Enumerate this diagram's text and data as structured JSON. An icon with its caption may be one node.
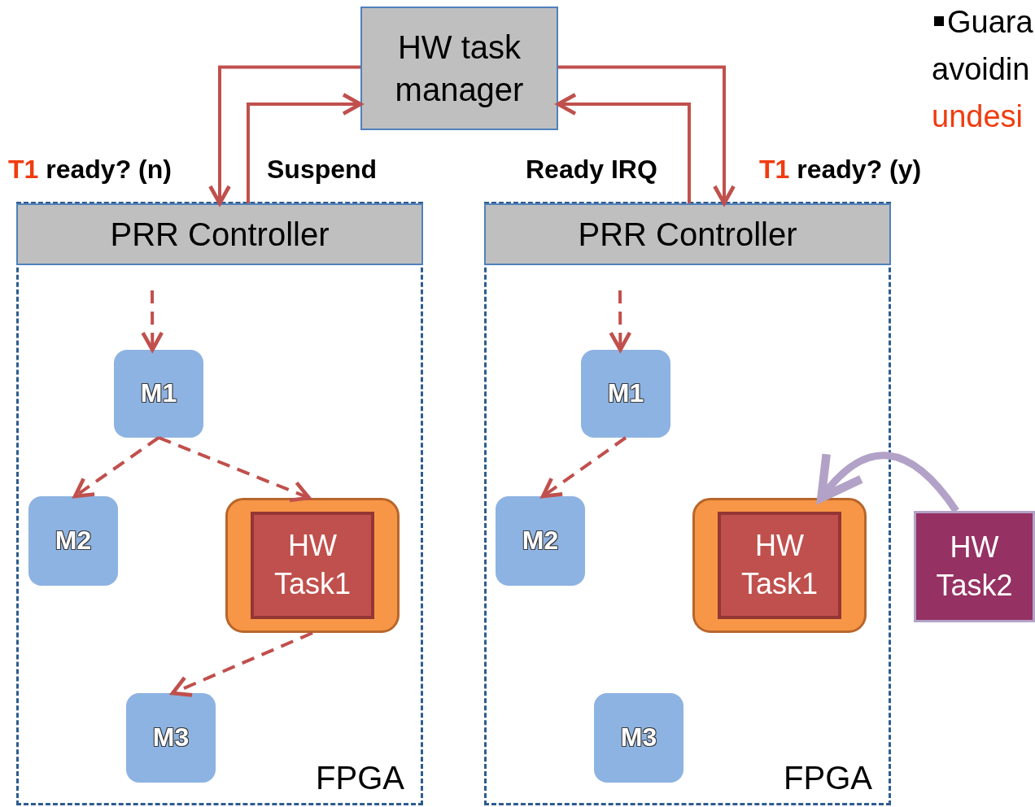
{
  "diagram": {
    "nodes": [
      {
        "text": [
          "HW task manager"
        ]
      },
      {
        "text": [
          "FPGA"
        ]
      },
      {
        "text": [
          "PRR Controller"
        ],
        "in": 1
      },
      {
        "text": [
          "M1"
        ],
        "in": 1
      },
      {
        "text": [
          "M2"
        ],
        "in": 1
      },
      {
        "text": [
          "HW Task1"
        ],
        "in": 1
      },
      {
        "text": [
          "M3"
        ],
        "in": 1
      },
      {
        "text": [
          "FPGA"
        ]
      },
      {
        "text": [
          "PRR Controller"
        ],
        "in": 7
      },
      {
        "text": [
          "M1"
        ],
        "in": 7
      },
      {
        "text": [
          "M2"
        ],
        "in": 7
      },
      {
        "text": [
          "HW Task1"
        ],
        "in": 7
      },
      {
        "text": [
          "M3"
        ],
        "in": 7
      },
      {
        "text": [
          "HW Task2"
        ]
      }
    ],
    "edges": [
      {
        "from": 0,
        "to": 2,
        "arrow": "to",
        "label": "T1 ready? (n)"
      },
      {
        "from": 2,
        "to": 0,
        "arrow": "to",
        "label": "Suspend"
      },
      {
        "from": 8,
        "to": 0,
        "arrow": "to",
        "label": "Ready IRQ"
      },
      {
        "from": 0,
        "to": 8,
        "arrow": "to",
        "label": "T1 ready? (y)"
      },
      {
        "from": null,
        "to": 3,
        "arrow": "to",
        "style": "dashed"
      },
      {
        "from": 3,
        "to": 4,
        "arrow": "to",
        "style": "dashed"
      },
      {
        "from": 3,
        "to": 5,
        "arrow": "to",
        "style": "dashed"
      },
      {
        "from": 5,
        "to": 6,
        "arrow": "to",
        "style": "dashed"
      },
      {
        "from": null,
        "to": 9,
        "arrow": "to",
        "style": "dashed"
      },
      {
        "from": 9,
        "to": 10,
        "arrow": "to",
        "style": "dashed"
      },
      {
        "from": 13,
        "to": 11,
        "arrow": "to",
        "style": "thick",
        "color": "#b3a2c7"
      }
    ],
    "labels": [
      "Guara",
      "avoidin",
      "undesi"
    ]
  }
}
